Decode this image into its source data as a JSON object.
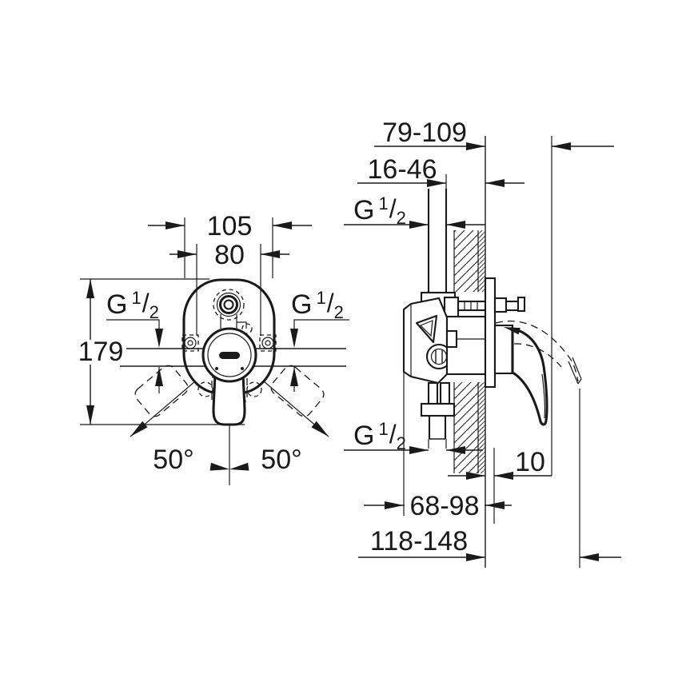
{
  "colors": {
    "ink": "#1a1a1a",
    "background": "#ffffff"
  },
  "front_view": {
    "dim_width_plate": "105",
    "dim_width_ports": "80",
    "dim_height": "179",
    "angle_left": "50°",
    "angle_right": "50°",
    "thread_left": {
      "g": "G",
      "sup": "1",
      "slash": "/",
      "sub": "2"
    },
    "thread_right": {
      "g": "G",
      "sup": "1",
      "slash": "/",
      "sub": "2"
    }
  },
  "side_view": {
    "dim_handle_projection": "79-109",
    "dim_pipe_to_wall": "16-46",
    "dim_plate_offset": "10",
    "dim_body_embed": "68-98",
    "dim_total_projection": "118-148",
    "thread_top": {
      "g": "G",
      "sup": "1",
      "slash": "/",
      "sub": "2"
    },
    "thread_bottom": {
      "g": "G",
      "sup": "1",
      "slash": "/",
      "sub": "2"
    }
  }
}
